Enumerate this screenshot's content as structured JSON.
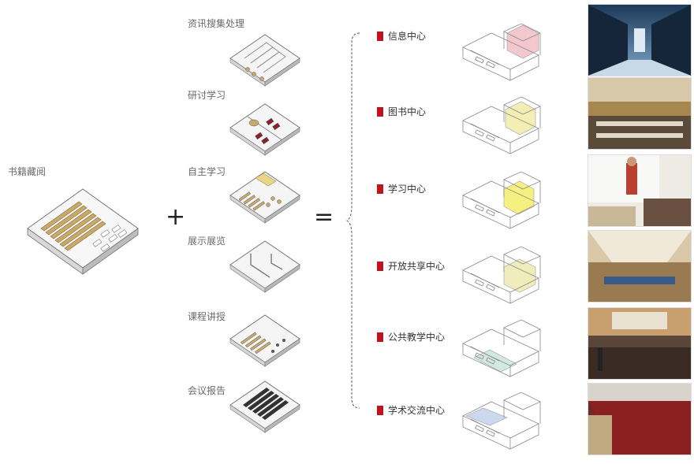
{
  "left": {
    "label": "书籍藏阅"
  },
  "operators": {
    "plus": "+",
    "equals": "="
  },
  "functions": [
    {
      "label": "资讯搜集处理"
    },
    {
      "label": "研讨学习"
    },
    {
      "label": "自主学习"
    },
    {
      "label": "展示展览"
    },
    {
      "label": "课程讲授"
    },
    {
      "label": "会议报告"
    }
  ],
  "centers": [
    {
      "label": "信息中心",
      "highlight": "#f2c6cc"
    },
    {
      "label": "图书中心",
      "highlight": "#f3eeb0"
    },
    {
      "label": "学习中心",
      "highlight": "#f5f07a"
    },
    {
      "label": "开放共享中心",
      "highlight": "#f0ecb8"
    },
    {
      "label": "公共教学中心",
      "highlight": "#cfe8e0"
    },
    {
      "label": "学术交流中心",
      "highlight": "#c9d6f0"
    }
  ],
  "colors": {
    "accent": "#c0141c",
    "shelf": "#c9a96a"
  }
}
